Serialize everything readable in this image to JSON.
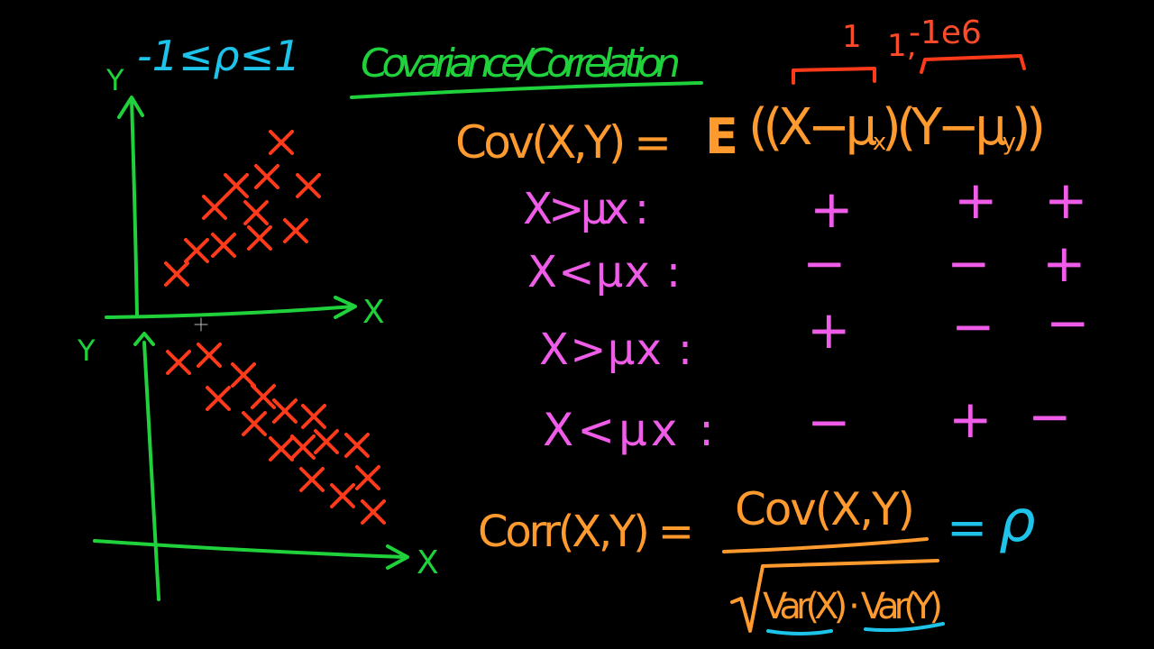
{
  "title": "Covariance/Correlation",
  "rho_range": "-1≤ρ≤1",
  "top_plot": {
    "y_label": "Y",
    "x_label": "X"
  },
  "bottom_plot": {
    "y_label": "Y",
    "x_label": "X"
  },
  "cov_lhs": "Cov(X,Y) =",
  "cov_rhs_E": "E",
  "cov_rhs_term1": "((X−μ",
  "cov_rhs_sub1": "x",
  "cov_rhs_term2": ")(Y−μ",
  "cov_rhs_sub2": "y",
  "cov_rhs_close": "))",
  "annotation_top": {
    "label_1a": "1",
    "label_1b": "1,",
    "label_neg": "-1e6"
  },
  "sign_rows": [
    {
      "label": "X>μx :",
      "signs": [
        "+",
        "+",
        "+"
      ]
    },
    {
      "label": "X<μx :",
      "signs": [
        "−",
        "−",
        "+"
      ]
    },
    {
      "label": "X>μx :",
      "signs": [
        "+",
        "−",
        "−"
      ]
    },
    {
      "label": "X<μx :",
      "signs": [
        "−",
        "+",
        "−"
      ]
    }
  ],
  "corr_lhs": "Corr(X,Y) =",
  "corr_numerator": "Cov(X,Y)",
  "corr_denominator": "Var(X) · Var(Y)",
  "corr_rhs": "= ρ",
  "colors": {
    "background": "#000000",
    "green": "#1fd13a",
    "orange": "#ff9a2e",
    "magenta": "#ee5ce8",
    "cyan": "#1ec3ea",
    "red": "#ff3a1a"
  }
}
